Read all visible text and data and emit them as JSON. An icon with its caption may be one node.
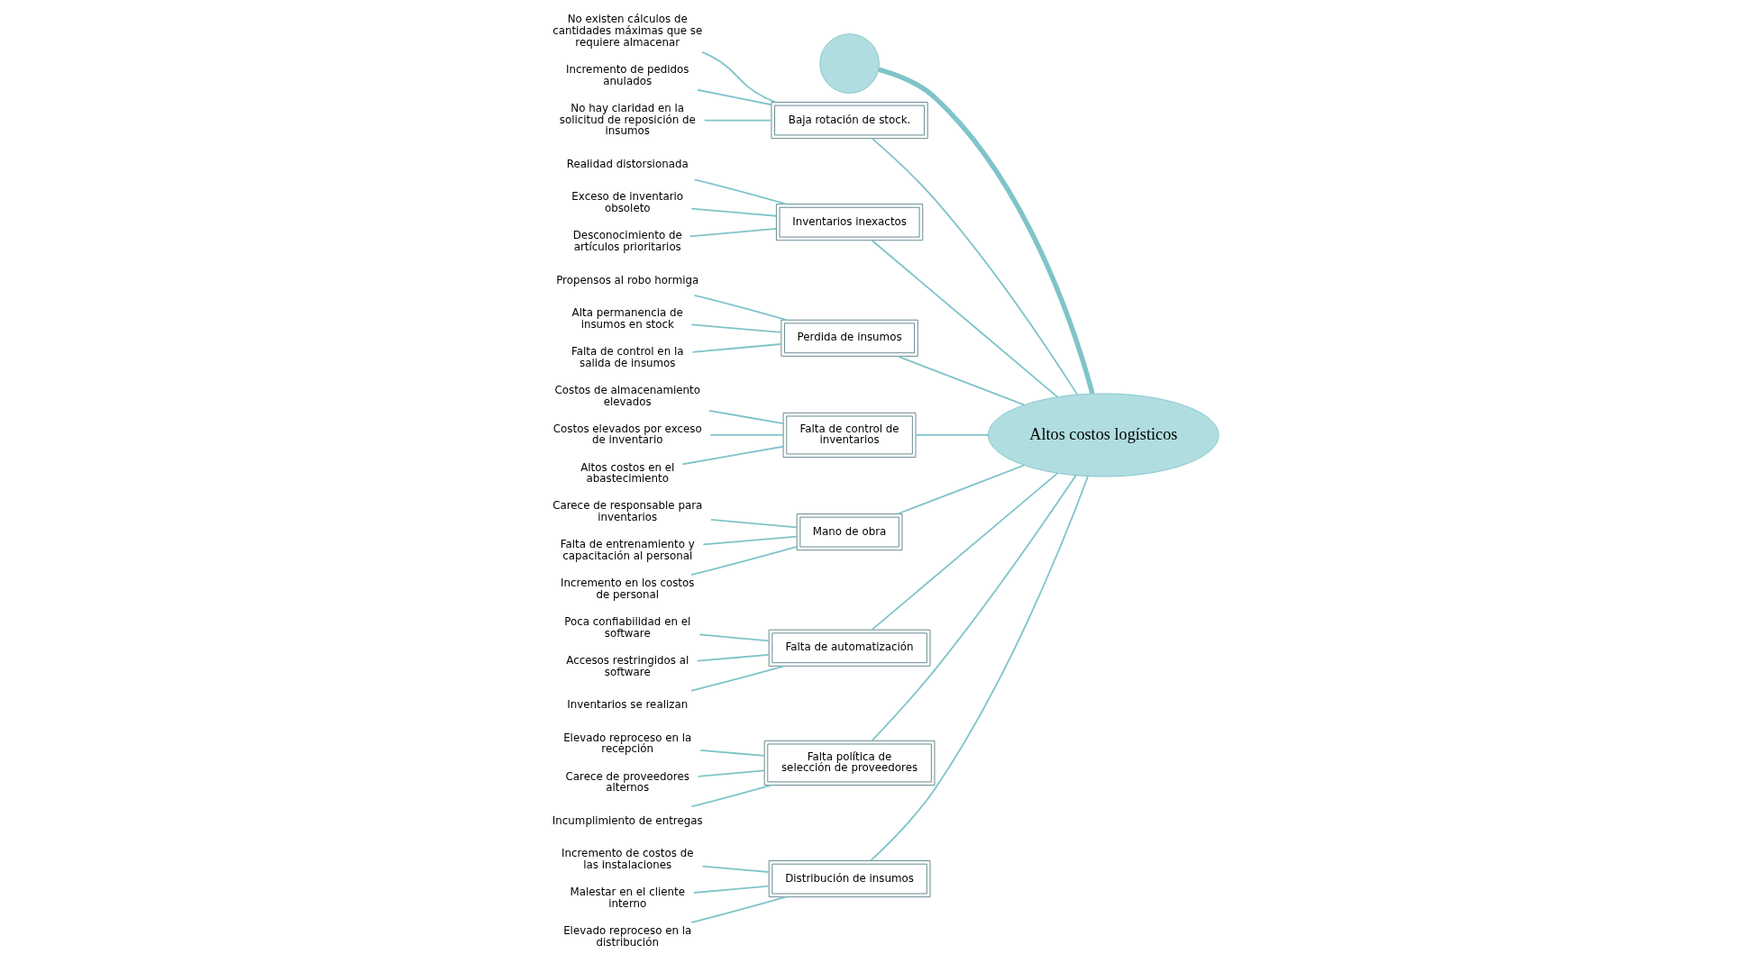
{
  "diagram": {
    "nodes": [
      {
        "text": [],
        "shape": "crescent"
      },
      {
        "text": [
          "Baja rotación de stock."
        ]
      },
      {
        "text": [
          "No existen cálculos de cantidades máximas que se requiere almacenar"
        ]
      },
      {
        "text": [
          "Incremento de pedidos anulados"
        ]
      },
      {
        "text": [
          "No hay claridad en la solicitud de reposición de insumos"
        ]
      },
      {
        "text": [
          "Inventarios inexactos"
        ]
      },
      {
        "text": [
          "Realidad distorsionada"
        ]
      },
      {
        "text": [
          "Exceso de inventario obsoleto"
        ]
      },
      {
        "text": [
          "Desconocimiento de artículos prioritarios"
        ]
      },
      {
        "text": [
          "Perdida de insumos"
        ]
      },
      {
        "text": [
          "Propensos al robo hormiga"
        ]
      },
      {
        "text": [
          "Alta permanencia de insumos en stock"
        ]
      },
      {
        "text": [
          "Falta de control en la salida de insumos"
        ]
      },
      {
        "text": [
          "Falta de control de inventarios"
        ]
      },
      {
        "text": [
          "Costos de almacenamiento elevados"
        ]
      },
      {
        "text": [
          "Costos elevados por exceso de inventario"
        ]
      },
      {
        "text": [
          "Altos costos en el abastecimiento"
        ]
      },
      {
        "text": [
          "Altos costos logísticos"
        ]
      },
      {
        "text": [
          "Mano de obra"
        ]
      },
      {
        "text": [
          "Carece de responsable para inventarios"
        ]
      },
      {
        "text": [
          "Falta de entrenamiento y capacitación al personal"
        ]
      },
      {
        "text": [
          "Incremento en los costos de personal"
        ]
      },
      {
        "text": [
          "Falta de automatización"
        ]
      },
      {
        "text": [
          "Poca confiabilidad en el software"
        ]
      },
      {
        "text": [
          "Accesos restringidos al software"
        ]
      },
      {
        "text": [
          "Inventarios se realizan"
        ]
      },
      {
        "text": [
          "Falta política de selección de proveedores"
        ]
      },
      {
        "text": [
          "Elevado reproceso en la recepción"
        ]
      },
      {
        "text": [
          "Carece de proveedores alternos"
        ]
      },
      {
        "text": [
          "Incumplimiento de entregas"
        ]
      },
      {
        "text": [
          "Distribución de insumos"
        ]
      },
      {
        "text": [
          "Incremento de costos de las instalaciones"
        ]
      },
      {
        "text": [
          "Malestar en el cliente interno"
        ]
      },
      {
        "text": [
          "Elevado reproceso en la distribución"
        ]
      }
    ],
    "edges": [
      {
        "from": 0,
        "to": 17,
        "arrow": "none",
        "style": "thick"
      },
      {
        "from": 1,
        "to": 17,
        "arrow": "none"
      },
      {
        "from": 2,
        "to": 1,
        "arrow": "none"
      },
      {
        "from": 3,
        "to": 1,
        "arrow": "none"
      },
      {
        "from": 4,
        "to": 1,
        "arrow": "none"
      },
      {
        "from": 5,
        "to": 17,
        "arrow": "none"
      },
      {
        "from": 6,
        "to": 5,
        "arrow": "none"
      },
      {
        "from": 7,
        "to": 5,
        "arrow": "none"
      },
      {
        "from": 8,
        "to": 5,
        "arrow": "none"
      },
      {
        "from": 9,
        "to": 17,
        "arrow": "none"
      },
      {
        "from": 10,
        "to": 9,
        "arrow": "none"
      },
      {
        "from": 11,
        "to": 9,
        "arrow": "none"
      },
      {
        "from": 12,
        "to": 9,
        "arrow": "none"
      },
      {
        "from": 13,
        "to": 17,
        "arrow": "none"
      },
      {
        "from": 14,
        "to": 13,
        "arrow": "none"
      },
      {
        "from": 15,
        "to": 13,
        "arrow": "none"
      },
      {
        "from": 16,
        "to": 13,
        "arrow": "none"
      },
      {
        "from": 18,
        "to": 17,
        "arrow": "none"
      },
      {
        "from": 19,
        "to": 18,
        "arrow": "none"
      },
      {
        "from": 20,
        "to": 18,
        "arrow": "none"
      },
      {
        "from": 21,
        "to": 18,
        "arrow": "none"
      },
      {
        "from": 22,
        "to": 17,
        "arrow": "none"
      },
      {
        "from": 23,
        "to": 22,
        "arrow": "none"
      },
      {
        "from": 24,
        "to": 22,
        "arrow": "none"
      },
      {
        "from": 25,
        "to": 22,
        "arrow": "none"
      },
      {
        "from": 26,
        "to": 17,
        "arrow": "none"
      },
      {
        "from": 27,
        "to": 26,
        "arrow": "none"
      },
      {
        "from": 28,
        "to": 26,
        "arrow": "none"
      },
      {
        "from": 29,
        "to": 26,
        "arrow": "none"
      },
      {
        "from": 30,
        "to": 17,
        "arrow": "none"
      },
      {
        "from": 31,
        "to": 30,
        "arrow": "none"
      },
      {
        "from": 32,
        "to": 30,
        "arrow": "none"
      },
      {
        "from": 33,
        "to": 30,
        "arrow": "none"
      }
    ]
  }
}
